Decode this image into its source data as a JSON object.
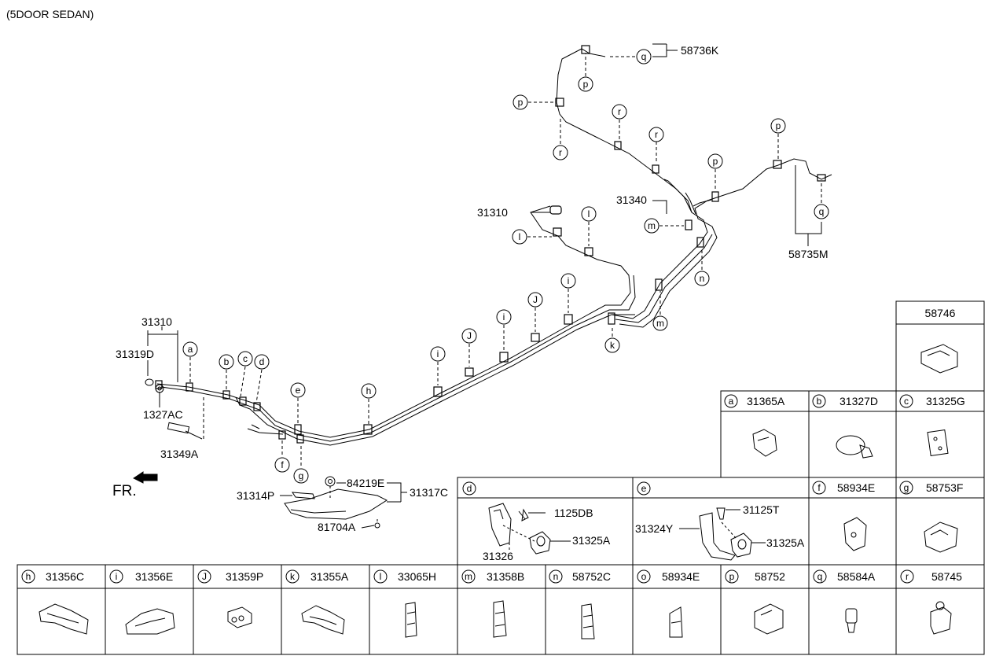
{
  "header": {
    "variant": "(5DOOR SEDAN)"
  },
  "labels": {
    "l58736K": "58736K",
    "l58735M": "58735M",
    "l31340": "31340",
    "l31310_mid": "31310",
    "l31310_left": "31310",
    "l31319D": "31319D",
    "l1327AC": "1327AC",
    "l31349A": "31349A",
    "l84219E": "84219E",
    "l31314P": "31314P",
    "l31317C": "31317C",
    "l81704A": "81704A",
    "fr": "FR."
  },
  "callouts": {
    "p1": "p",
    "p2": "p",
    "p3": "p",
    "p4": "p",
    "q1": "q",
    "q2": "q",
    "r1": "r",
    "r2": "r",
    "r3": "r",
    "l1": "l",
    "l2": "l",
    "m1": "m",
    "m2": "m",
    "n1": "n",
    "k1": "k",
    "i1": "i",
    "i2": "i",
    "i3": "i",
    "J1": "J",
    "J2": "J",
    "a1": "a",
    "b1": "b",
    "c1": "c",
    "d1": "d",
    "e1": "e",
    "f1": "f",
    "g1": "g",
    "h1": "h"
  },
  "detail_d": {
    "letter": "d",
    "p1": "1125DB",
    "p2": "31325A",
    "p3": "31326"
  },
  "detail_e": {
    "letter": "e",
    "p1": "31125T",
    "p2": "31324Y",
    "p3": "31325A"
  },
  "table_top": {
    "c58746": {
      "part": "58746"
    },
    "a": {
      "letter": "a",
      "part": "31365A"
    },
    "b": {
      "letter": "b",
      "part": "31327D"
    },
    "c": {
      "letter": "c",
      "part": "31325G"
    },
    "f": {
      "letter": "f",
      "part": "58934E"
    },
    "g": {
      "letter": "g",
      "part": "58753F"
    }
  },
  "table_bottom": [
    {
      "letter": "h",
      "part": "31356C"
    },
    {
      "letter": "i",
      "part": "31356E"
    },
    {
      "letter": "J",
      "part": "31359P"
    },
    {
      "letter": "k",
      "part": "31355A"
    },
    {
      "letter": "l",
      "part": "33065H"
    },
    {
      "letter": "m",
      "part": "31358B"
    },
    {
      "letter": "n",
      "part": "58752C"
    },
    {
      "letter": "o",
      "part": "58934E"
    },
    {
      "letter": "p",
      "part": "58752"
    },
    {
      "letter": "q",
      "part": "58584A"
    },
    {
      "letter": "r",
      "part": "58745"
    }
  ]
}
